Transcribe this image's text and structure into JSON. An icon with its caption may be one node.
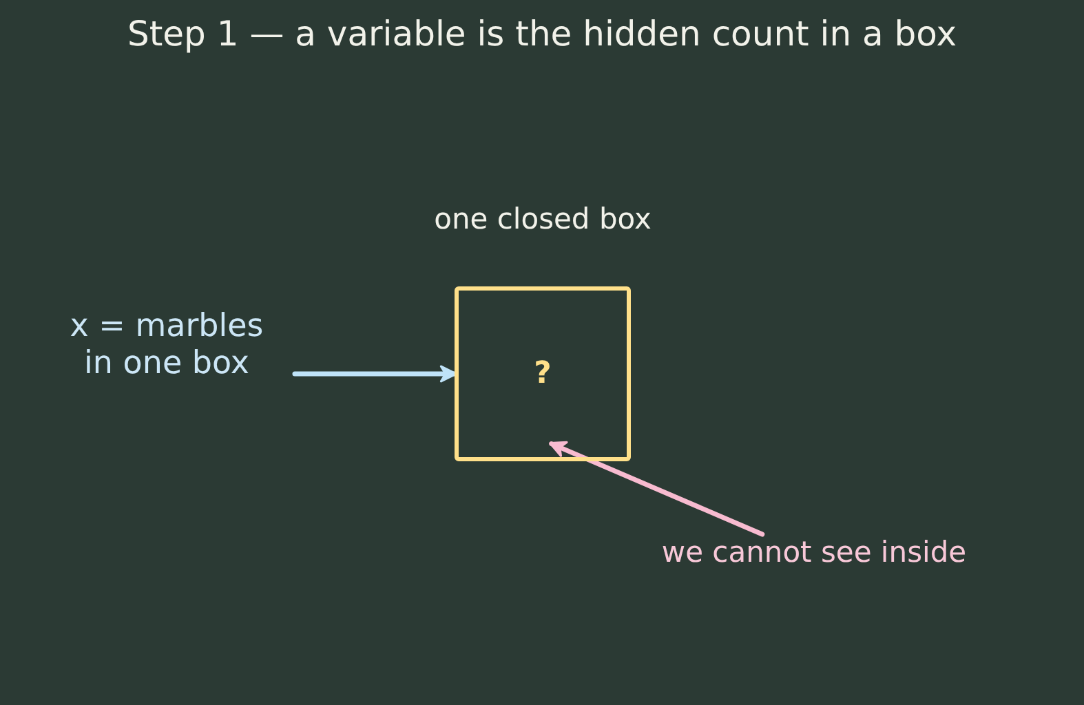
{
  "diagram": {
    "title": "Step 1 — a variable is the hidden count in a box",
    "nodes": [
      {
        "text": [
          "x = marbles in one box"
        ]
      },
      {
        "text": [
          "?"
        ],
        "beside": [
          "one closed box"
        ]
      },
      {
        "text": [
          "we cannot see inside"
        ]
      }
    ],
    "edges": [
      {
        "from": 0,
        "to": 1,
        "arrow": "to",
        "color": "#bfe3f8"
      },
      {
        "from": 2,
        "to": 1,
        "arrow": "to",
        "color": "#f8bbd0"
      }
    ]
  }
}
